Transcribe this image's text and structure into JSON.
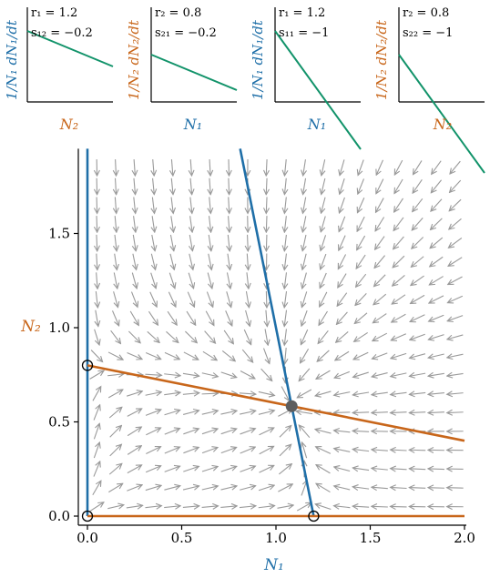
{
  "colors": {
    "blue": "#1f6fa8",
    "orange": "#c8661a",
    "green": "#12936a",
    "arrow": "#9a9a9a",
    "axis": "#000000",
    "point": "#5e5e5e"
  },
  "panels": [
    {
      "ylabel": "1/N₁ dN₁/dt",
      "xlabel": "N₂",
      "param1": "r₁ = 1.2",
      "param2": "s₁₂ = −0.2",
      "ylabel_color": "blue",
      "xlabel_color": "orange"
    },
    {
      "ylabel": "1/N₂ dN₂/dt",
      "xlabel": "N₁",
      "param1": "r₂ = 0.8",
      "param2": "s₂₁ = −0.2",
      "ylabel_color": "orange",
      "xlabel_color": "blue"
    },
    {
      "ylabel": "1/N₁ dN₁/dt",
      "xlabel": "N₁",
      "param1": "r₁ = 1.2",
      "param2": "s₁₁ = −1",
      "ylabel_color": "blue",
      "xlabel_color": "blue"
    },
    {
      "ylabel": "1/N₂ dN₂/dt",
      "xlabel": "N₂",
      "param1": "r₂ = 0.8",
      "param2": "s₂₂ = −1",
      "ylabel_color": "orange",
      "xlabel_color": "orange"
    }
  ],
  "chart_data": [
    {
      "type": "line",
      "panel": 1,
      "xlabel": "N₂",
      "ylabel": "1/N₁ dN₁/dt",
      "series": [
        {
          "x": [
            0,
            3
          ],
          "y": [
            1.2,
            0.6
          ]
        }
      ],
      "xlim": [
        0,
        3
      ],
      "ylim": [
        0,
        1.6
      ]
    },
    {
      "type": "line",
      "panel": 2,
      "xlabel": "N₁",
      "ylabel": "1/N₂ dN₂/dt",
      "series": [
        {
          "x": [
            0,
            3
          ],
          "y": [
            0.8,
            0.2
          ]
        }
      ],
      "xlim": [
        0,
        3
      ],
      "ylim": [
        0,
        1.6
      ]
    },
    {
      "type": "line",
      "panel": 3,
      "xlabel": "N₁",
      "ylabel": "1/N₁ dN₁/dt",
      "series": [
        {
          "x": [
            0,
            2
          ],
          "y": [
            1.2,
            -0.8
          ]
        }
      ],
      "xlim": [
        0,
        2
      ],
      "ylim": [
        0,
        1.6
      ]
    },
    {
      "type": "line",
      "panel": 4,
      "xlabel": "N₂",
      "ylabel": "1/N₂ dN₂/dt",
      "series": [
        {
          "x": [
            0,
            2
          ],
          "y": [
            0.8,
            -1.2
          ]
        }
      ],
      "xlim": [
        0,
        2
      ],
      "ylim": [
        0,
        1.6
      ]
    },
    {
      "type": "line",
      "panel": "phase-plane",
      "xlabel": "N₁",
      "ylabel": "N₂",
      "xlim": [
        0,
        2
      ],
      "ylim": [
        0,
        1.95
      ],
      "xticks": [
        "0.0",
        "0.5",
        "1.0",
        "1.5",
        "2.0"
      ],
      "xtick_values": [
        0,
        0.5,
        1,
        1.5,
        2
      ],
      "yticks": [
        "0.0",
        "0.5",
        "1.0",
        "1.5"
      ],
      "ytick_values": [
        0,
        0.5,
        1,
        1.5
      ],
      "model": {
        "r1": 1.2,
        "r2": 0.8,
        "s11": -1,
        "s12": -0.2,
        "s21": -0.2,
        "s22": -1
      },
      "nullclines": [
        {
          "name": "N₁-nullcline N₁ = 0",
          "color": "blue",
          "x": [
            0,
            0
          ],
          "y": [
            0,
            1.95
          ]
        },
        {
          "name": "N₁-nullcline",
          "color": "blue",
          "x": [
            0.81,
            1.2
          ],
          "y": [
            1.95,
            0
          ]
        },
        {
          "name": "N₂-nullcline N₂ = 0",
          "color": "orange",
          "x": [
            0,
            2
          ],
          "y": [
            0,
            0
          ]
        },
        {
          "name": "N₂-nullcline",
          "color": "orange",
          "x": [
            0,
            2
          ],
          "y": [
            0.8,
            0.4
          ]
        }
      ],
      "equilibria": [
        {
          "x": 0,
          "y": 0,
          "stable": false
        },
        {
          "x": 0,
          "y": 0.8,
          "stable": false
        },
        {
          "x": 1.2,
          "y": 0,
          "stable": false
        },
        {
          "x": 1.0833,
          "y": 0.5833,
          "stable": true
        }
      ],
      "vector_field": {
        "x_start": 0.05,
        "x_step": 0.1,
        "y_start": 0.05,
        "y_step": 0.1,
        "nx": 20,
        "ny": 19
      }
    }
  ]
}
